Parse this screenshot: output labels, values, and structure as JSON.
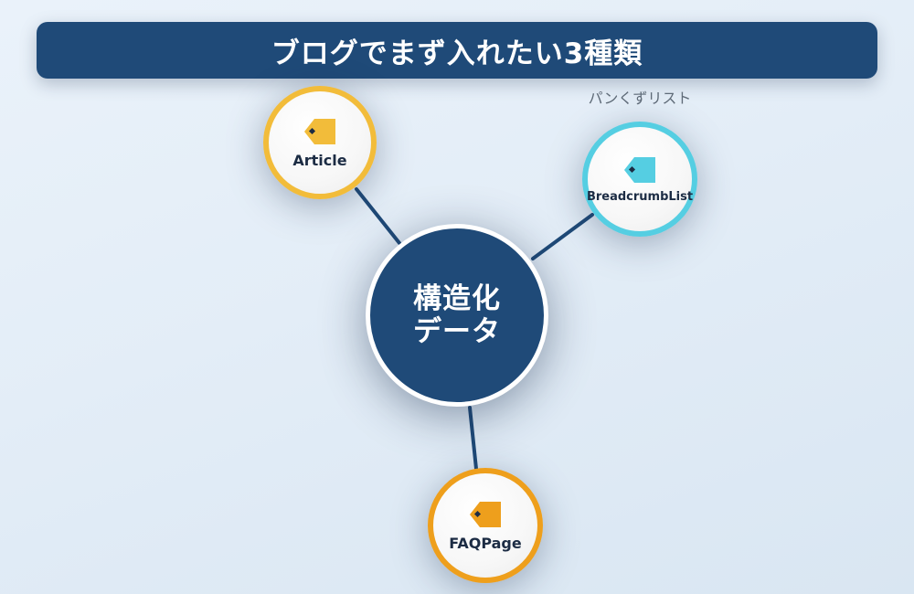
{
  "title": "ブログでまず入れたい3種類",
  "center": {
    "line1": "構造化",
    "line2": "データ"
  },
  "nodes": [
    {
      "id": "article",
      "label": "Article",
      "color": "#f2bc3a"
    },
    {
      "id": "breadcrumb",
      "label": "BreadcrumbList",
      "color": "#55cee2",
      "annotation": "パンくずリスト"
    },
    {
      "id": "faq",
      "label": "FAQPage",
      "color": "#ee9f1c"
    }
  ],
  "colors": {
    "primary": "#1f4a78",
    "connector": "#1f4a78"
  },
  "icons": {
    "node_icon": "tag-icon"
  }
}
